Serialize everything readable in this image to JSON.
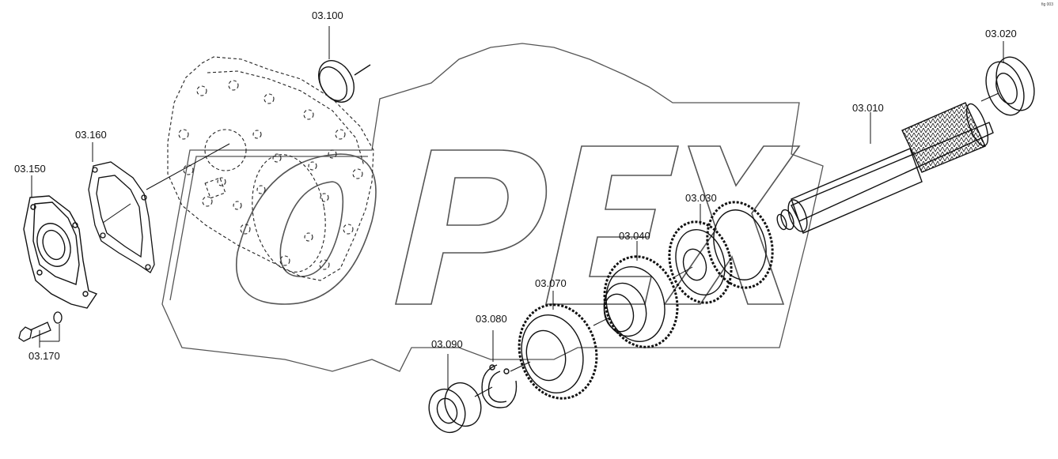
{
  "corner_mark": "fig 003",
  "watermark": {
    "text": "OPEX",
    "color": "#555555"
  },
  "parts": {
    "p03_010": "03.010",
    "p03_020": "03.020",
    "p03_030": "03.030",
    "p03_040": "03.040",
    "p03_070": "03.070",
    "p03_080": "03.080",
    "p03_090": "03.090",
    "p03_100": "03.100",
    "p03_150": "03.150",
    "p03_160": "03.160",
    "p03_170": "03.170"
  }
}
